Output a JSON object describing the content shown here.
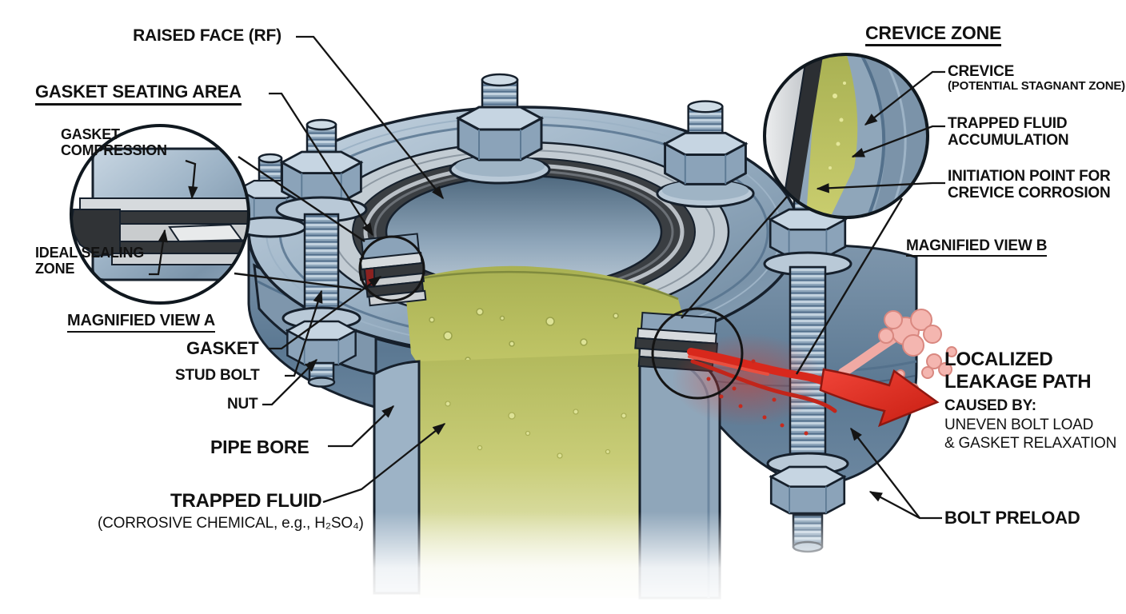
{
  "diagram": {
    "subject": "flange-joint-crevice-corrosion-cutaway",
    "colors": {
      "steel_light": "#c8d6e2",
      "steel_mid": "#8fa6ba",
      "steel_dark": "#5b7892",
      "outline": "#16202c",
      "gasket_dark": "#35383b",
      "silver": "#d6dadd",
      "fluid_yellow": "#b9c05e",
      "fluid_light": "#d6d98f",
      "leak_red": "#d8281c",
      "spray_pink": "#f4b6b0",
      "text": "#111111"
    }
  },
  "labels": {
    "raised_face": "RAISED FACE (RF)",
    "gasket_seating_area": "GASKET SEATING AREA",
    "gasket_compression": "GASKET COMPRESSION",
    "ideal_sealing_zone": "IDEAL SEALING ZONE",
    "magnified_view_a": "MAGNIFIED VIEW A",
    "gasket": "GASKET",
    "stud_bolt": "STUD BOLT",
    "nut": "NUT",
    "pipe_bore": "PIPE BORE",
    "trapped_fluid": "TRAPPED FLUID",
    "trapped_fluid_detail": "(CORROSIVE CHEMICAL, e.g., H₂SO₄)",
    "crevice_zone": "CREVICE ZONE",
    "crevice": "CREVICE",
    "crevice_detail": "(POTENTIAL STAGNANT ZONE)",
    "trapped_fluid_accumulation": "TRAPPED FLUID ACCUMULATION",
    "initiation_point": "INITIATION POINT FOR CREVICE CORROSION",
    "magnified_view_b": "MAGNIFIED VIEW B",
    "localized_leakage_path": "LOCALIZED LEAKAGE PATH",
    "caused_by": "CAUSED BY:",
    "cause_uneven_bolt_load": "UNEVEN BOLT LOAD",
    "cause_gasket_relaxation": "& GASKET RELAXATION",
    "bolt_preload": "BOLT PRELOAD"
  }
}
